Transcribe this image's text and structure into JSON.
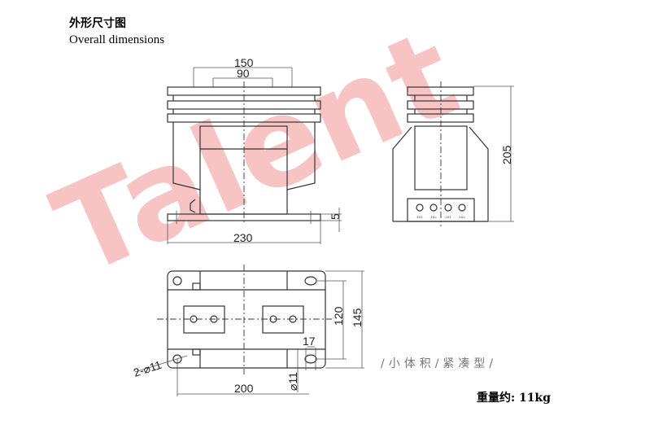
{
  "header": {
    "title_cn": "外形尺寸图",
    "title_en": "Overall dimensions"
  },
  "watermark": "Talent",
  "front_view": {
    "dim_150": "150",
    "dim_90": "90",
    "dim_230": "230",
    "dim_5": "5"
  },
  "side_view": {
    "dim_205": "205",
    "terminals": [
      "1S1",
      "1S2",
      "2S1",
      "2S2"
    ]
  },
  "top_view": {
    "dim_120": "120",
    "dim_145": "145",
    "dim_17": "17",
    "dim_hole": "2-⌀11",
    "dim_d11": "⌀11",
    "dim_200": "200"
  },
  "tagline": "/小体积/紧凑型/",
  "weight": "重量约: 11kg",
  "colors": {
    "watermark": "#f7b5b5",
    "line": "#333333"
  }
}
